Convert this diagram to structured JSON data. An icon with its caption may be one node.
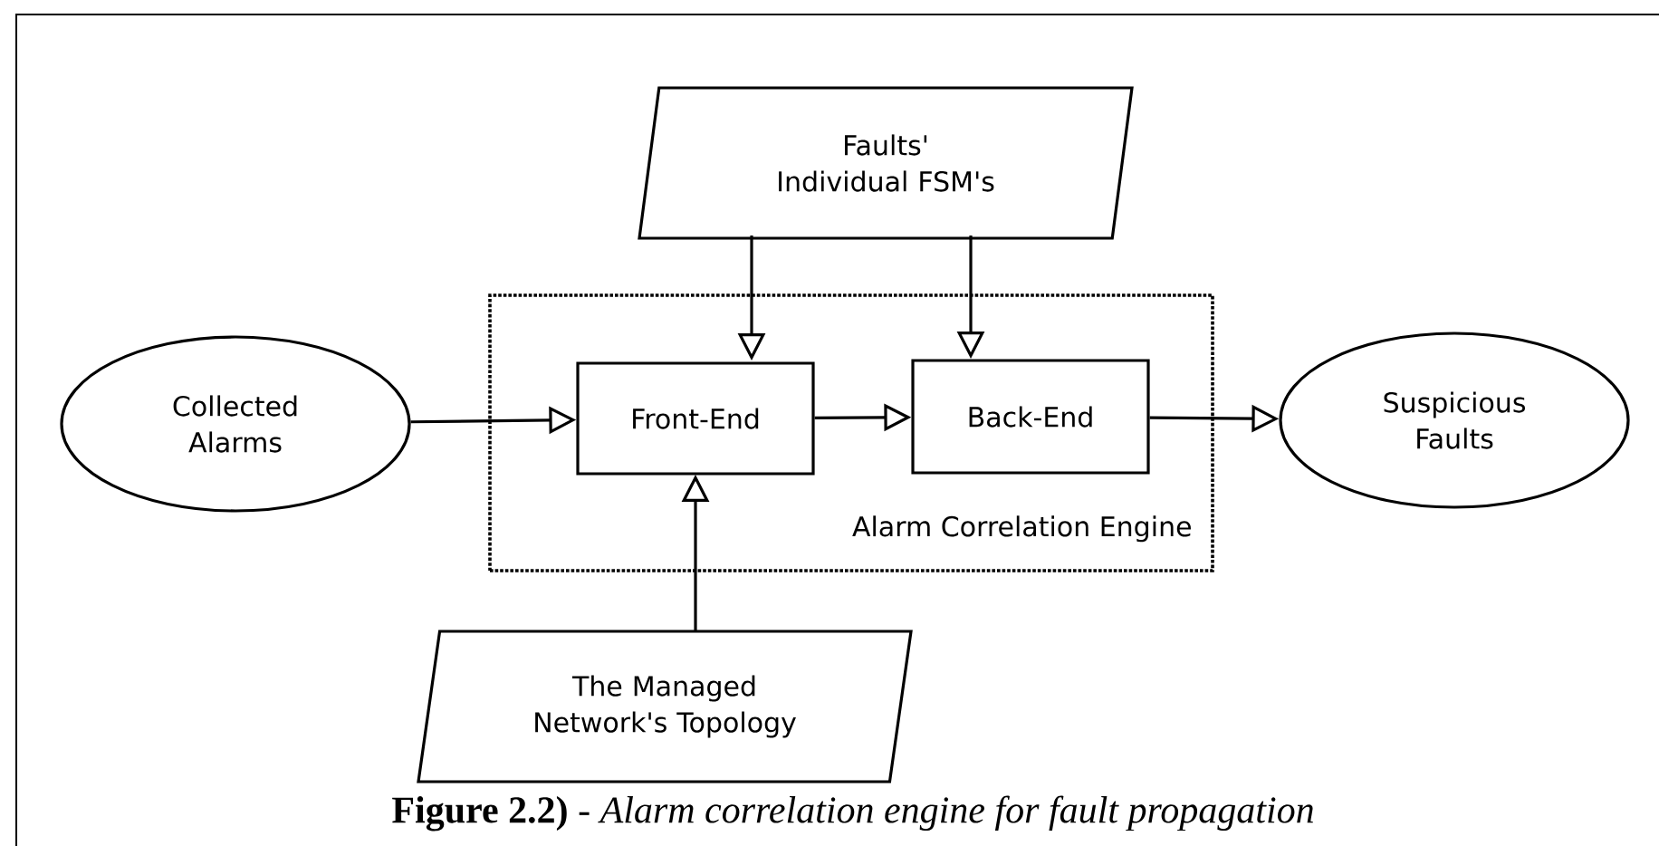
{
  "diagram": {
    "caption": "**Figure 2.2)** - *Alarm correlation engine for fault propagation*",
    "nodes": [
      {
        "text": [
          "Faults' Individual FSM's"
        ]
      },
      {
        "text": [
          "Collected Alarms"
        ]
      },
      {
        "text": [
          "Alarm Correlation Engine"
        ]
      },
      {
        "text": [
          "Front-End"
        ],
        "in": 2
      },
      {
        "text": [
          "Back-End"
        ],
        "in": 2
      },
      {
        "text": [
          "Suspicious Faults"
        ]
      },
      {
        "text": [
          "The Managed Network's Topology"
        ]
      }
    ],
    "edges": [
      {
        "from": 0,
        "to": 3,
        "arrow": "to"
      },
      {
        "from": 0,
        "to": 4,
        "arrow": "to"
      },
      {
        "from": 1,
        "to": 3,
        "arrow": "to"
      },
      {
        "from": 3,
        "to": 4,
        "arrow": "to"
      },
      {
        "from": 4,
        "to": 5,
        "arrow": "to"
      },
      {
        "from": 6,
        "to": 3,
        "arrow": "to"
      }
    ]
  }
}
